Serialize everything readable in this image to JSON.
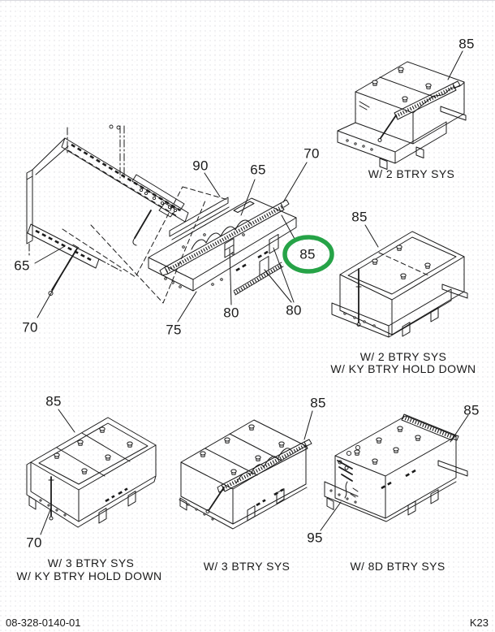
{
  "colors": {
    "highlight": "#26a347",
    "ink": "#1b1b1b"
  },
  "main_diagram": {
    "callouts": {
      "c90": "90",
      "c65_mid": "65",
      "c70_top": "70",
      "c85_highlighted": "85",
      "c80_left": "80",
      "c80_right": "80",
      "c75": "75",
      "c65_left": "65",
      "c70_bottom": "70"
    }
  },
  "variant_panels": {
    "two_btry": {
      "c85": "85",
      "caption": "W/ 2 BTRY SYS"
    },
    "two_btry_ky": {
      "c85": "85",
      "caption_line1": "W/ 2 BTRY SYS",
      "caption_line2": "W/ KY BTRY HOLD DOWN"
    },
    "three_btry_ky": {
      "c85": "85",
      "c70": "70",
      "caption_line1": "W/ 3 BTRY SYS",
      "caption_line2": "W/ KY BTRY HOLD DOWN"
    },
    "three_btry": {
      "c85": "85",
      "caption": "W/ 3 BTRY SYS"
    },
    "eight_d": {
      "c85": "85",
      "c95": "95",
      "caption": "W/ 8D BTRY SYS"
    }
  },
  "footer": {
    "doc_number": "08-328-0140-01",
    "page_code": "K23"
  }
}
